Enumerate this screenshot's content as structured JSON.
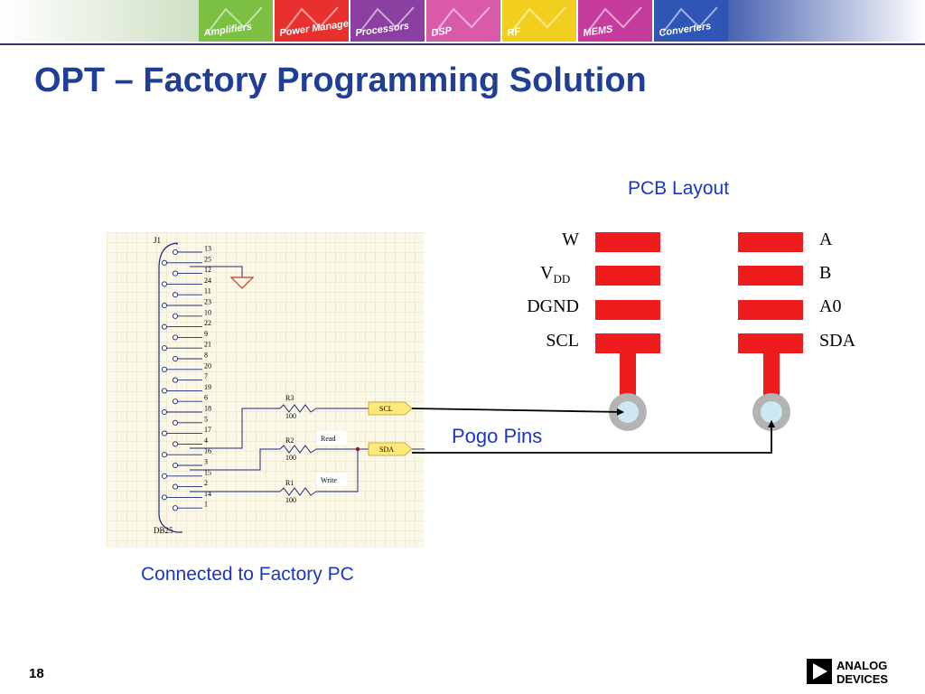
{
  "slide": {
    "title": "OPT – Factory Programming Solution",
    "slide_number": "18"
  },
  "banner": {
    "panels": [
      {
        "label": "Amplifiers",
        "color": "#7bc043"
      },
      {
        "label": "Power Management",
        "color": "#e8312f"
      },
      {
        "label": "Processors",
        "color": "#8b3fa0"
      },
      {
        "label": "DSP",
        "color": "#d85aa8"
      },
      {
        "label": "RF",
        "color": "#f2cf1f"
      },
      {
        "label": "MEMS",
        "color": "#c63c9c"
      },
      {
        "label": "Converters",
        "color": "#2f55b5"
      }
    ]
  },
  "captions": {
    "pcb_layout": "PCB Layout",
    "pogo_pins": "Pogo Pins",
    "factory_pc": "Connected to Factory PC"
  },
  "pcb": {
    "left_pins": [
      "W",
      "V",
      "DGND",
      "SCL"
    ],
    "vdd_subscript": "DD",
    "right_pins": [
      "A",
      "B",
      "A0",
      "SDA"
    ]
  },
  "schematic": {
    "connector": "J1",
    "connector_type": "DB25",
    "pins": [
      "13",
      "25",
      "12",
      "24",
      "11",
      "23",
      "10",
      "22",
      "9",
      "21",
      "8",
      "20",
      "7",
      "19",
      "6",
      "18",
      "5",
      "17",
      "4",
      "16",
      "3",
      "15",
      "2",
      "14",
      "1"
    ],
    "resistors": [
      {
        "ref": "R3",
        "value": "100"
      },
      {
        "ref": "R2",
        "value": "100"
      },
      {
        "ref": "R1",
        "value": "100"
      }
    ],
    "read_label": "Read",
    "write_label": "Write",
    "net_labels": [
      "SCL",
      "SDA"
    ]
  },
  "logo": {
    "line1": "ANALOG",
    "line2": "DEVICES"
  },
  "colors": {
    "title": "#1f3f96",
    "caption": "#1a36c4",
    "pad": "#ee1c1c",
    "pogo_ring": "#b3b3b3",
    "pogo_center": "#cde8f0",
    "wire": "#1e2a7a",
    "grid_bg": "#fbf8e8",
    "grid_line": "#ddd6b4",
    "net_label_fill": "#ffe97a"
  }
}
